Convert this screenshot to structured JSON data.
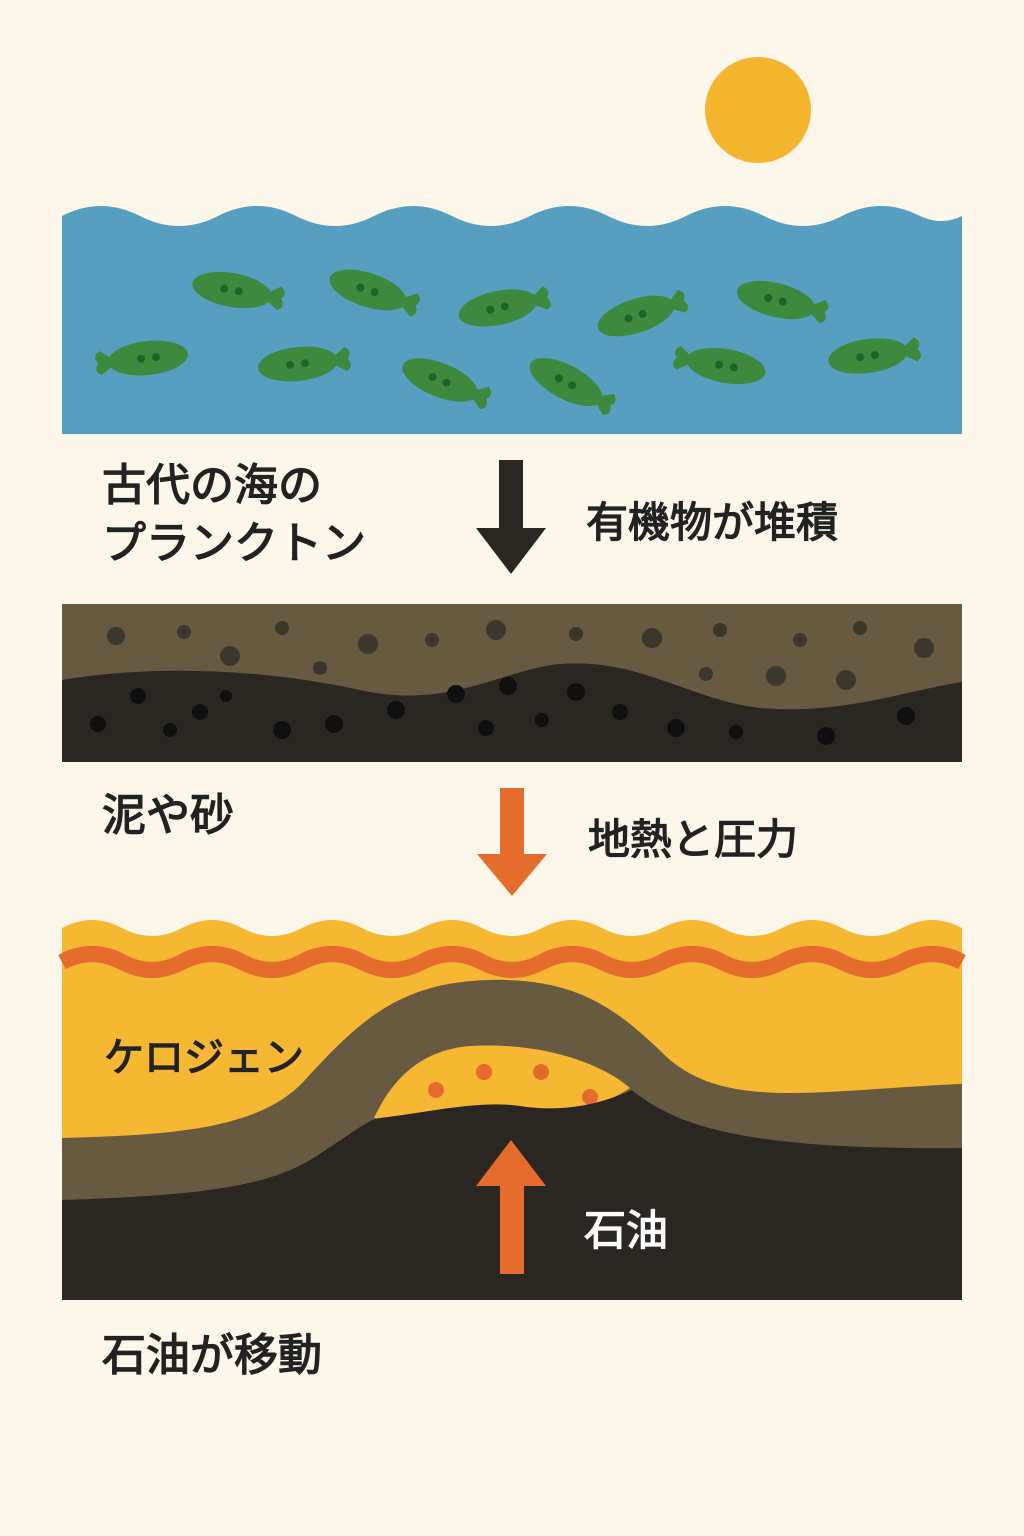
{
  "labels": {
    "plankton_line1": "古代の海の",
    "plankton_line2": "プランクトン",
    "sediment": "有機物が堆積",
    "mud_sand": "泥や砂",
    "heat_pressure": "地熱と圧力",
    "kerogen": "ケロジェン",
    "oil": "石油",
    "oil_migrates": "石油が移動"
  },
  "colors": {
    "background": "#fcf7ea",
    "sun": "#f5b52f",
    "ocean": "#569fc0",
    "plankton": "#3d8a3e",
    "plankton_dot": "#22612a",
    "sediment_brown": "#675a41",
    "dark_rock": "#2a2722",
    "heat_yellow": "#f6b733",
    "heat_orange": "#e56c2d",
    "arrow_dark": "#2a2722",
    "arrow_orange": "#e56c2d"
  },
  "icons": [
    "sun-icon",
    "plankton-icon",
    "down-arrow-icon",
    "up-arrow-icon",
    "oil-droplet-icon"
  ]
}
